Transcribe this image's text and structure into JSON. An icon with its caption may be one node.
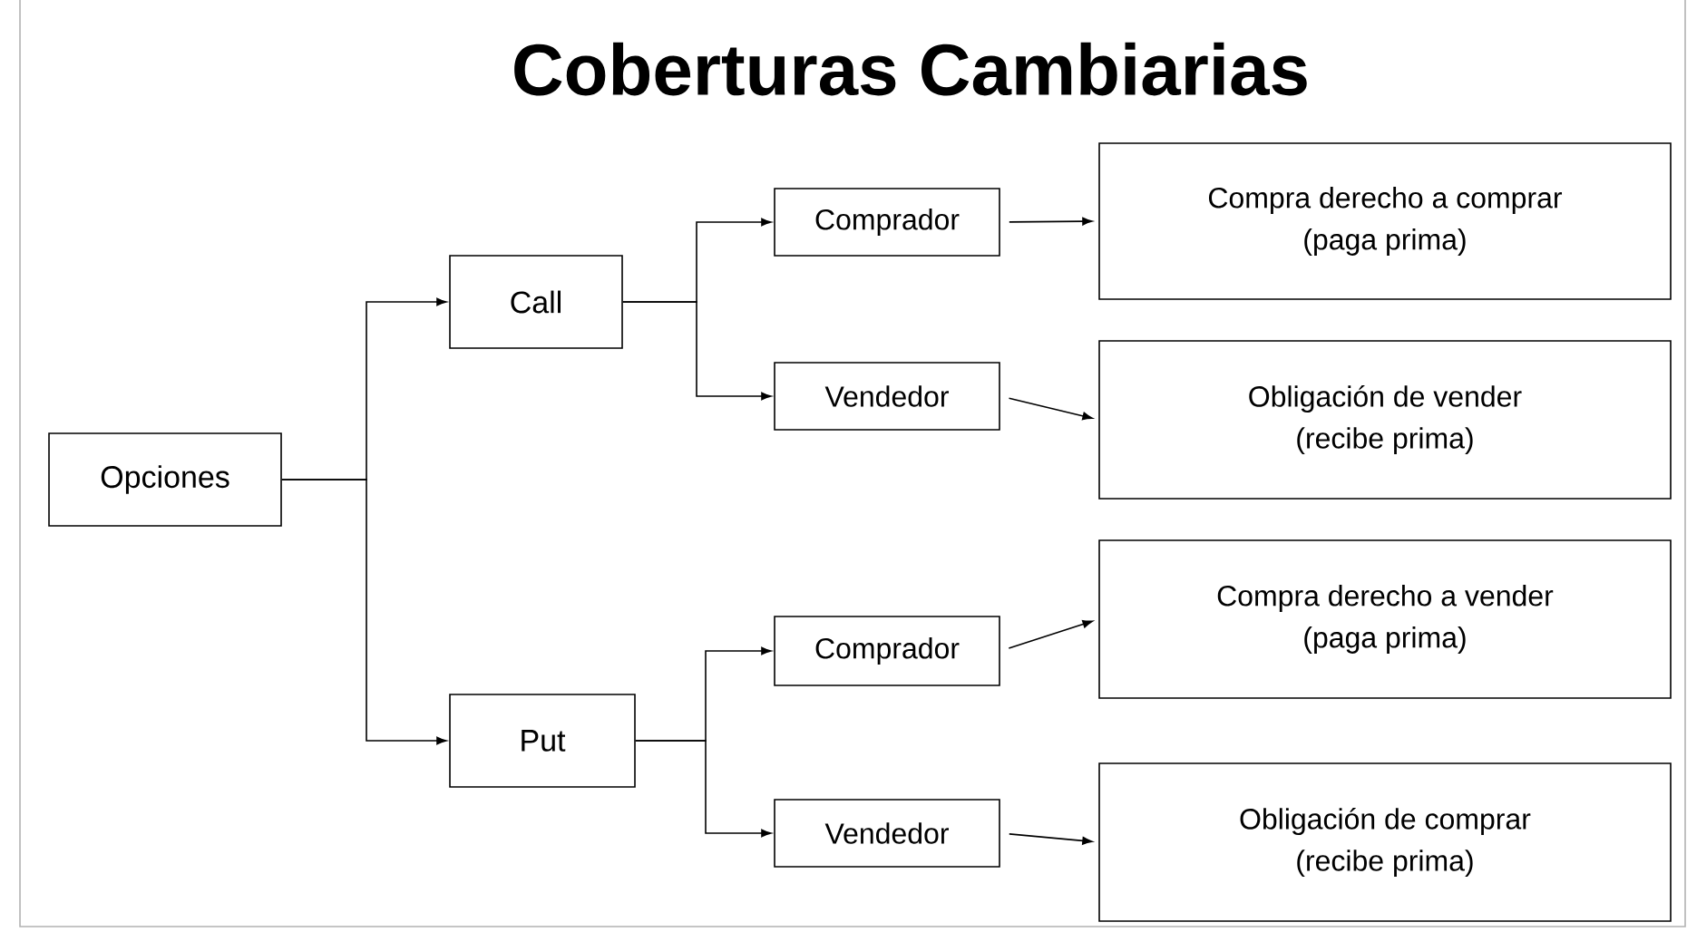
{
  "diagram": {
    "title": "Coberturas Cambiarias",
    "nodes": [
      {
        "text": [
          "Opciones"
        ]
      },
      {
        "text": [
          "Call"
        ]
      },
      {
        "text": [
          "Put"
        ]
      },
      {
        "text": [
          "Comprador"
        ]
      },
      {
        "text": [
          "Vendedor"
        ]
      },
      {
        "text": [
          "Comprador"
        ]
      },
      {
        "text": [
          "Vendedor"
        ]
      },
      {
        "text": [
          "Compra derecho a comprar",
          "(paga prima)"
        ]
      },
      {
        "text": [
          "Obligación de vender",
          "(recibe prima)"
        ]
      },
      {
        "text": [
          "Compra derecho a vender",
          "(paga prima)"
        ]
      },
      {
        "text": [
          "Obligación de comprar",
          "(recibe prima)"
        ]
      }
    ],
    "edges": [
      {
        "from": 0,
        "to": 1,
        "arrow": "to"
      },
      {
        "from": 0,
        "to": 2,
        "arrow": "to"
      },
      {
        "from": 1,
        "to": 3,
        "arrow": "to"
      },
      {
        "from": 1,
        "to": 4,
        "arrow": "to"
      },
      {
        "from": 2,
        "to": 5,
        "arrow": "to"
      },
      {
        "from": 2,
        "to": 6,
        "arrow": "to"
      },
      {
        "from": 3,
        "to": 7,
        "arrow": "to"
      },
      {
        "from": 4,
        "to": 8,
        "arrow": "to"
      },
      {
        "from": 5,
        "to": 9,
        "arrow": "to"
      },
      {
        "from": 6,
        "to": 10,
        "arrow": "to"
      }
    ]
  }
}
